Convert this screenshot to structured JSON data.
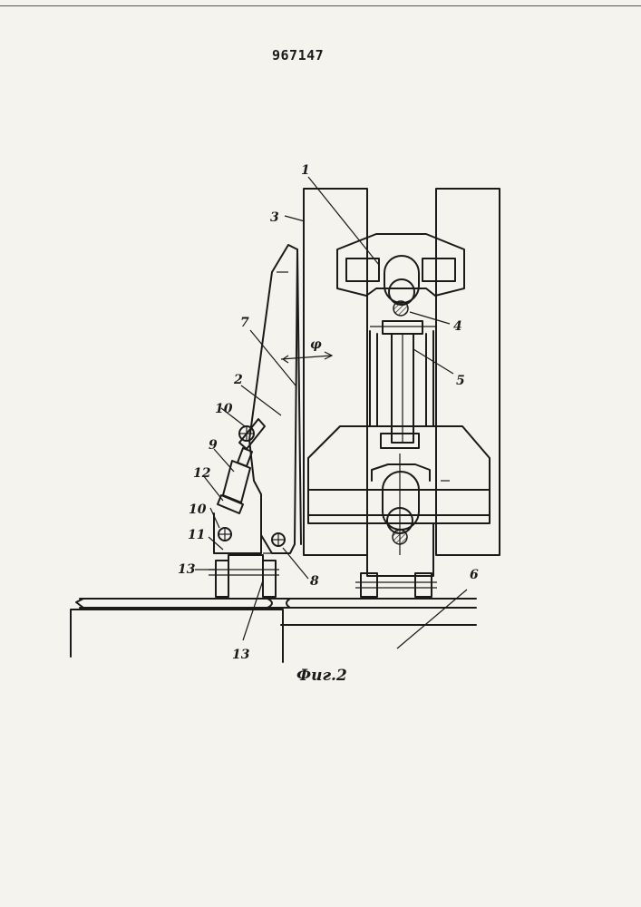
{
  "document": {
    "number": "967147",
    "figure_caption": "Фиг.2"
  },
  "callouts": {
    "c1": "1",
    "c3": "3",
    "c7": "7",
    "c2": "2",
    "c10a": "10",
    "c9": "9",
    "c12": "12",
    "c10b": "10",
    "c11": "11",
    "c13a": "13",
    "c13b": "13",
    "c8": "8",
    "c4": "4",
    "c5": "5",
    "c6": "6",
    "angle": "φ"
  }
}
